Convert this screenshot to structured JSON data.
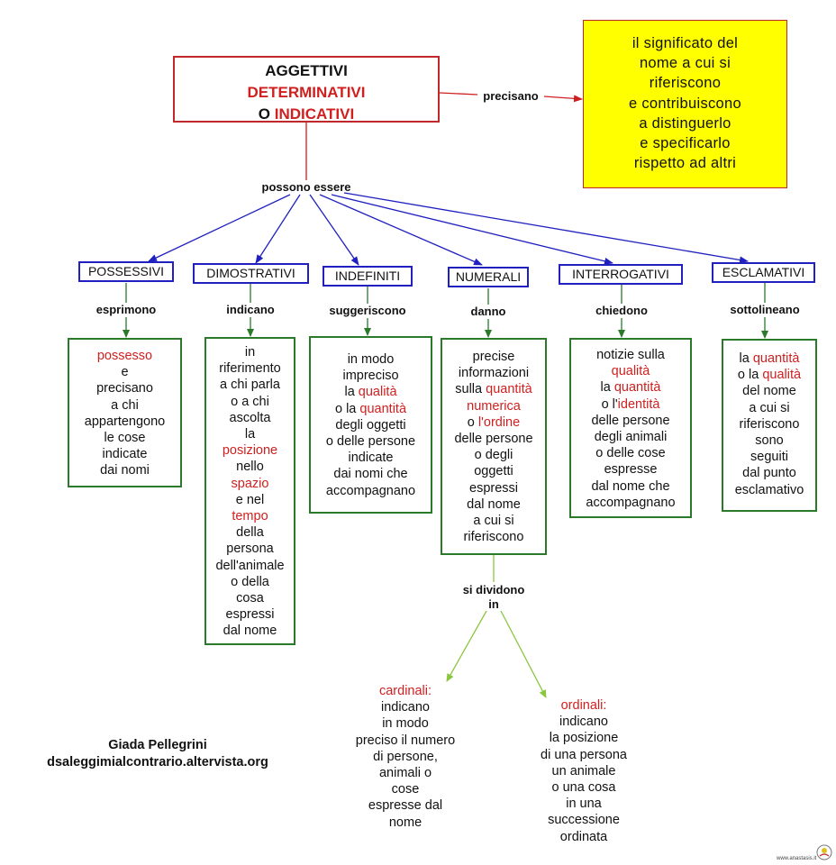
{
  "root": {
    "line1": "AGGETTIVI",
    "line2": "DETERMINATIVI",
    "line3a": "O",
    "line3b": "INDICATIVI"
  },
  "relation_precisano": "precisano",
  "definition": [
    "il significato del",
    "nome a cui si",
    "riferiscono",
    "e contribuiscono",
    "a distinguerlo",
    "e specificarlo",
    "rispetto ad altri"
  ],
  "relation_possono": "possono essere",
  "categories": [
    {
      "label": "POSSESSIVI",
      "verb": "esprimono",
      "lines": [
        [
          {
            "t": "possesso",
            "r": true
          }
        ],
        [
          {
            "t": "e"
          }
        ],
        [
          {
            "t": "precisano"
          }
        ],
        [
          {
            "t": "a chi"
          }
        ],
        [
          {
            "t": "appartengono"
          }
        ],
        [
          {
            "t": "le cose"
          }
        ],
        [
          {
            "t": "indicate"
          }
        ],
        [
          {
            "t": "dai nomi"
          }
        ]
      ]
    },
    {
      "label": "DIMOSTRATIVI",
      "verb": "indicano",
      "lines": [
        [
          {
            "t": "in"
          }
        ],
        [
          {
            "t": "riferimento"
          }
        ],
        [
          {
            "t": "a chi parla"
          }
        ],
        [
          {
            "t": "o a chi"
          }
        ],
        [
          {
            "t": "ascolta"
          }
        ],
        [
          {
            "t": "la"
          }
        ],
        [
          {
            "t": "posizione",
            "r": true
          }
        ],
        [
          {
            "t": "nello"
          }
        ],
        [
          {
            "t": "spazio",
            "r": true
          }
        ],
        [
          {
            "t": "e nel"
          }
        ],
        [
          {
            "t": "tempo",
            "r": true
          }
        ],
        [
          {
            "t": "della"
          }
        ],
        [
          {
            "t": "persona"
          }
        ],
        [
          {
            "t": "dell'animale"
          }
        ],
        [
          {
            "t": "o della"
          }
        ],
        [
          {
            "t": "cosa"
          }
        ],
        [
          {
            "t": "espressi"
          }
        ],
        [
          {
            "t": "dal nome"
          }
        ]
      ]
    },
    {
      "label": "INDEFINITI",
      "verb": "suggeriscono",
      "lines": [
        [
          {
            "t": "in modo"
          }
        ],
        [
          {
            "t": "impreciso"
          }
        ],
        [
          {
            "t": "la "
          },
          {
            "t": "qualità",
            "r": true
          }
        ],
        [
          {
            "t": "o la "
          },
          {
            "t": "quantità",
            "r": true
          }
        ],
        [
          {
            "t": "degli oggetti"
          }
        ],
        [
          {
            "t": "o delle persone"
          }
        ],
        [
          {
            "t": "indicate"
          }
        ],
        [
          {
            "t": "dai nomi che"
          }
        ],
        [
          {
            "t": "accompagnano"
          }
        ]
      ]
    },
    {
      "label": "NUMERALI",
      "verb": "danno",
      "lines": [
        [
          {
            "t": "precise"
          }
        ],
        [
          {
            "t": "informazioni"
          }
        ],
        [
          {
            "t": "sulla "
          },
          {
            "t": "quantità",
            "r": true
          }
        ],
        [
          {
            "t": "numerica",
            "r": true
          }
        ],
        [
          {
            "t": "o "
          },
          {
            "t": "l'ordine",
            "r": true
          }
        ],
        [
          {
            "t": "delle persone"
          }
        ],
        [
          {
            "t": "o degli"
          }
        ],
        [
          {
            "t": "oggetti"
          }
        ],
        [
          {
            "t": "espressi"
          }
        ],
        [
          {
            "t": "dal nome"
          }
        ],
        [
          {
            "t": "a cui si"
          }
        ],
        [
          {
            "t": "riferiscono"
          }
        ]
      ]
    },
    {
      "label": "INTERROGATIVI",
      "verb": "chiedono",
      "lines": [
        [
          {
            "t": "notizie sulla"
          }
        ],
        [
          {
            "t": "qualità",
            "r": true
          }
        ],
        [
          {
            "t": "la "
          },
          {
            "t": "quantità",
            "r": true
          }
        ],
        [
          {
            "t": "o l'"
          },
          {
            "t": "identità",
            "r": true
          }
        ],
        [
          {
            "t": "delle persone"
          }
        ],
        [
          {
            "t": "degli animali"
          }
        ],
        [
          {
            "t": "o delle cose"
          }
        ],
        [
          {
            "t": "espresse"
          }
        ],
        [
          {
            "t": "dal nome che"
          }
        ],
        [
          {
            "t": "accompagnano"
          }
        ]
      ]
    },
    {
      "label": "ESCLAMATIVI",
      "verb": "sottolineano",
      "lines": [
        [
          {
            "t": "la "
          },
          {
            "t": "quantità",
            "r": true
          }
        ],
        [
          {
            "t": "o la "
          },
          {
            "t": "qualità",
            "r": true
          }
        ],
        [
          {
            "t": "del nome"
          }
        ],
        [
          {
            "t": "a cui si"
          }
        ],
        [
          {
            "t": "riferiscono"
          }
        ],
        [
          {
            "t": "sono"
          }
        ],
        [
          {
            "t": "seguiti"
          }
        ],
        [
          {
            "t": "dal punto"
          }
        ],
        [
          {
            "t": "esclamativo"
          }
        ]
      ]
    }
  ],
  "relation_dividono": [
    "si dividono",
    "in"
  ],
  "cardinali": {
    "title": "cardinali:",
    "lines": [
      "indicano",
      "in modo",
      "preciso il numero",
      "di persone,",
      "animali o",
      "cose",
      "espresse dal",
      "nome"
    ]
  },
  "ordinali": {
    "title": "ordinali:",
    "lines": [
      "indicano",
      "la posizione",
      "di una persona",
      "un animale",
      "o una cosa",
      "in una",
      "successione",
      "ordinata"
    ]
  },
  "author": {
    "name": "Giada Pellegrini",
    "site": "dsaleggimialcontrario.altervista.org"
  },
  "watermark": "www.anastasis.it",
  "colors": {
    "red": "#d01f1f",
    "blue": "#2020c0",
    "green": "#2a7a2a",
    "lime": "#8cc63f",
    "yellow": "#ffff00"
  }
}
